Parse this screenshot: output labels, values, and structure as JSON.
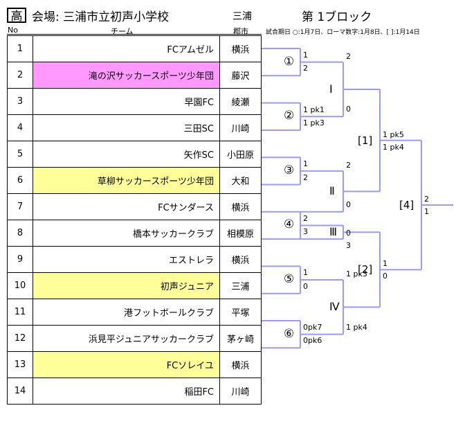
{
  "header": {
    "level": "高",
    "venue": "会場: 三浦市立初声小学校",
    "district": "三浦",
    "block_title": "第 1ブロック",
    "col_no": "No",
    "col_team": "チーム",
    "col_city": "郡市",
    "legend": "試合期日  ○:1月7日、ローマ数字:1月8日、[ ]:1月14日"
  },
  "colors": {
    "highlight_pink": "#ff99ff",
    "highlight_yellow": "#ffff99",
    "bracket_line": "#9999ff"
  },
  "teams": [
    {
      "no": "1",
      "name": "FCアムゼル",
      "city": "横浜",
      "highlight": ""
    },
    {
      "no": "2",
      "name": "滝の沢サッカースポーツ少年団",
      "city": "藤沢",
      "highlight": "pink"
    },
    {
      "no": "3",
      "name": "早園FC",
      "city": "綾瀬",
      "highlight": ""
    },
    {
      "no": "4",
      "name": "三田SC",
      "city": "川崎",
      "highlight": ""
    },
    {
      "no": "5",
      "name": "矢作SC",
      "city": "小田原",
      "highlight": ""
    },
    {
      "no": "6",
      "name": "草柳サッカースポーツ少年団",
      "city": "大和",
      "highlight": "yellow"
    },
    {
      "no": "7",
      "name": "FCサンダース",
      "city": "横浜",
      "highlight": ""
    },
    {
      "no": "8",
      "name": "橋本サッカークラブ",
      "city": "相模原",
      "highlight": ""
    },
    {
      "no": "9",
      "name": "エストレラ",
      "city": "横浜",
      "highlight": ""
    },
    {
      "no": "10",
      "name": "初声ジュニア",
      "city": "三浦",
      "highlight": "yellow"
    },
    {
      "no": "11",
      "name": "港フットボールクラブ",
      "city": "平塚",
      "highlight": ""
    },
    {
      "no": "12",
      "name": "浜見平ジュニアサッカークラブ",
      "city": "茅ヶ崎",
      "highlight": ""
    },
    {
      "no": "13",
      "name": "FCソレイユ",
      "city": "横浜",
      "highlight": "yellow"
    },
    {
      "no": "14",
      "name": "稲田FC",
      "city": "川崎",
      "highlight": ""
    }
  ],
  "bracket": {
    "first_round": [
      {
        "label": "①",
        "score_top": "1",
        "score_bottom": "2"
      },
      {
        "label": "②",
        "score_top": "1 pk1",
        "score_bottom": "1 pk3"
      },
      {
        "label": "③",
        "score_top": "1",
        "score_bottom": "2"
      },
      {
        "label": "④",
        "score_top": "2",
        "score_bottom": "3"
      },
      {
        "label": "⑤",
        "score_top": "1",
        "score_bottom": "0"
      },
      {
        "label": "⑥",
        "score_top": "0pk7",
        "score_bottom": "0pk6"
      }
    ],
    "second_round": [
      {
        "label": "Ⅰ",
        "score_top": "2",
        "score_bottom": "0"
      },
      {
        "label": "Ⅱ",
        "score_top": "2",
        "score_bottom": "0"
      },
      {
        "label": "Ⅲ",
        "score_top": "0",
        "score_bottom": "3"
      },
      {
        "label": "Ⅳ",
        "score_top": "1 pk3",
        "score_bottom": "1 pk4"
      }
    ],
    "third_round": [
      {
        "label": "[1]",
        "score_top": "1 pk5",
        "score_bottom": "1 pk4"
      },
      {
        "label": "[2]",
        "score_top": "1",
        "score_bottom": "0"
      }
    ],
    "final": {
      "label": "[4]",
      "score_top": "2",
      "score_bottom": "1"
    }
  }
}
